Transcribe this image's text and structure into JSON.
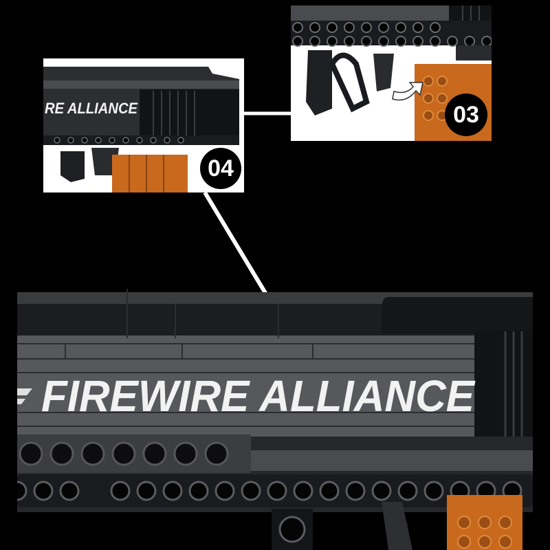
{
  "brand_text": "FIREWIRE ALLIANCE",
  "inset_brand_text": "RE ALLIANCE",
  "steps": [
    {
      "number": "03"
    },
    {
      "number": "04"
    }
  ],
  "colors": {
    "background": "#000000",
    "brick_gray": "#55575b",
    "brick_dark": "#2a2b2e",
    "brick_black": "#111214",
    "accent_orange": "#c8691e",
    "inset_bg": "#ffffff",
    "badge_bg": "#000000",
    "badge_text": "#ffffff",
    "connector_line": "#ffffff"
  }
}
